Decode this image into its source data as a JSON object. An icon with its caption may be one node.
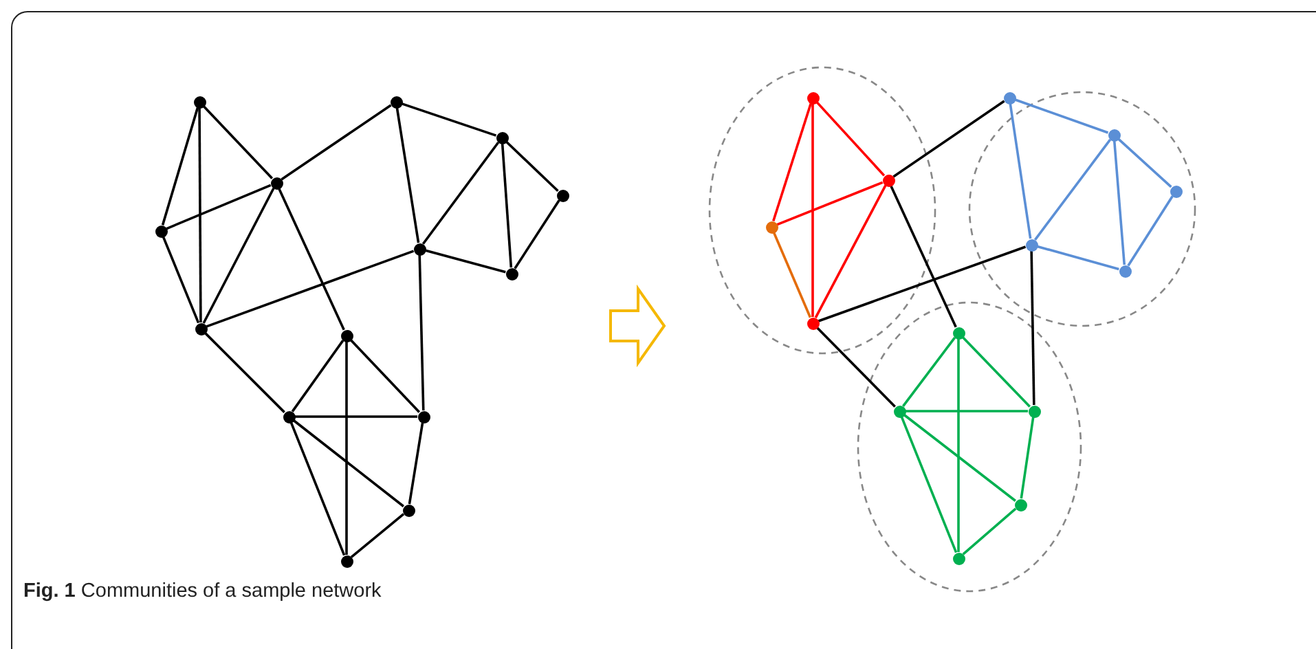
{
  "diagram": {
    "caption": "**Fig. 1** Communities of a sample network",
    "nodes": [
      {
        "text": [],
        "shape": "circle"
      },
      {
        "text": [],
        "shape": "circle"
      },
      {
        "text": [],
        "shape": "circle"
      },
      {
        "text": [],
        "shape": "circle"
      },
      {
        "text": [],
        "shape": "circle"
      },
      {
        "text": [],
        "shape": "circle"
      },
      {
        "text": [],
        "shape": "circle"
      },
      {
        "text": [],
        "shape": "circle"
      },
      {
        "text": [],
        "shape": "circle"
      },
      {
        "text": [],
        "shape": "circle"
      },
      {
        "text": [],
        "shape": "circle"
      },
      {
        "text": [],
        "shape": "circle"
      },
      {
        "text": [],
        "shape": "circle"
      },
      {
        "text": [],
        "shape": "circle"
      },
      {
        "text": [],
        "shape": "circle"
      },
      {
        "text": [],
        "shape": "circle"
      },
      {
        "text": [],
        "shape": "circle"
      },
      {
        "text": [],
        "shape": "circle"
      },
      {
        "text": [],
        "shape": "circle"
      },
      {
        "text": [],
        "shape": "circle"
      },
      {
        "text": [],
        "shape": "circle"
      },
      {
        "text": [],
        "shape": "circle"
      },
      {
        "text": [],
        "shape": "circle"
      },
      {
        "text": [],
        "shape": "circle"
      },
      {
        "text": [],
        "shape": "circle"
      },
      {
        "text": [],
        "shape": "circle"
      },
      {
        "text": [],
        "shape": "circle"
      },
      {
        "text": [],
        "shape": "circle"
      }
    ],
    "edges": [
      {
        "from": 0,
        "to": 1,
        "arrow": "none"
      },
      {
        "from": 0,
        "to": 3,
        "arrow": "none"
      },
      {
        "from": 0,
        "to": 2,
        "arrow": "none"
      },
      {
        "from": 1,
        "to": 2,
        "arrow": "none"
      },
      {
        "from": 1,
        "to": 3,
        "arrow": "none"
      },
      {
        "from": 2,
        "to": 3,
        "arrow": "none"
      },
      {
        "from": 2,
        "to": 4,
        "arrow": "none"
      },
      {
        "from": 2,
        "to": 9,
        "arrow": "none"
      },
      {
        "from": 3,
        "to": 7,
        "arrow": "none"
      },
      {
        "from": 3,
        "to": 10,
        "arrow": "none"
      },
      {
        "from": 4,
        "to": 5,
        "arrow": "none"
      },
      {
        "from": 4,
        "to": 7,
        "arrow": "none"
      },
      {
        "from": 5,
        "to": 6,
        "arrow": "none"
      },
      {
        "from": 5,
        "to": 7,
        "arrow": "none"
      },
      {
        "from": 5,
        "to": 8,
        "arrow": "none"
      },
      {
        "from": 6,
        "to": 8,
        "arrow": "none"
      },
      {
        "from": 7,
        "to": 8,
        "arrow": "none"
      },
      {
        "from": 7,
        "to": 11,
        "arrow": "none"
      },
      {
        "from": 9,
        "to": 10,
        "arrow": "none"
      },
      {
        "from": 9,
        "to": 11,
        "arrow": "none"
      },
      {
        "from": 9,
        "to": 13,
        "arrow": "none"
      },
      {
        "from": 10,
        "to": 11,
        "arrow": "none"
      },
      {
        "from": 10,
        "to": 12,
        "arrow": "none"
      },
      {
        "from": 10,
        "to": 13,
        "arrow": "none"
      },
      {
        "from": 11,
        "to": 12,
        "arrow": "none"
      },
      {
        "from": 12,
        "to": 13,
        "arrow": "none"
      },
      {
        "from": 14,
        "to": 15,
        "arrow": "none",
        "color": "#ff0000"
      },
      {
        "from": 14,
        "to": 17,
        "arrow": "none",
        "color": "#ff0000"
      },
      {
        "from": 14,
        "to": 16,
        "arrow": "none",
        "color": "#ff0000"
      },
      {
        "from": 15,
        "to": 16,
        "arrow": "none",
        "color": "#ff0000"
      },
      {
        "from": 15,
        "to": 17,
        "arrow": "none",
        "color": "#e46c0a"
      },
      {
        "from": 16,
        "to": 17,
        "arrow": "none",
        "color": "#ff0000"
      },
      {
        "from": 16,
        "to": 18,
        "arrow": "none"
      },
      {
        "from": 16,
        "to": 23,
        "arrow": "none"
      },
      {
        "from": 17,
        "to": 21,
        "arrow": "none"
      },
      {
        "from": 17,
        "to": 24,
        "arrow": "none"
      },
      {
        "from": 18,
        "to": 19,
        "arrow": "none",
        "color": "#5b8fd6"
      },
      {
        "from": 18,
        "to": 21,
        "arrow": "none",
        "color": "#5b8fd6"
      },
      {
        "from": 19,
        "to": 20,
        "arrow": "none",
        "color": "#5b8fd6"
      },
      {
        "from": 19,
        "to": 21,
        "arrow": "none",
        "color": "#5b8fd6"
      },
      {
        "from": 19,
        "to": 22,
        "arrow": "none",
        "color": "#5b8fd6"
      },
      {
        "from": 20,
        "to": 22,
        "arrow": "none",
        "color": "#5b8fd6"
      },
      {
        "from": 21,
        "to": 22,
        "arrow": "none",
        "color": "#5b8fd6"
      },
      {
        "from": 21,
        "to": 25,
        "arrow": "none"
      },
      {
        "from": 23,
        "to": 24,
        "arrow": "none",
        "color": "#00b050"
      },
      {
        "from": 23,
        "to": 25,
        "arrow": "none",
        "color": "#00b050"
      },
      {
        "from": 23,
        "to": 27,
        "arrow": "none",
        "color": "#00b050"
      },
      {
        "from": 24,
        "to": 25,
        "arrow": "none",
        "color": "#00b050"
      },
      {
        "from": 24,
        "to": 26,
        "arrow": "none",
        "color": "#00b050"
      },
      {
        "from": 24,
        "to": 27,
        "arrow": "none",
        "color": "#00b050"
      },
      {
        "from": 25,
        "to": 26,
        "arrow": "none",
        "color": "#00b050"
      },
      {
        "from": 26,
        "to": 27,
        "arrow": "none",
        "color": "#00b050"
      }
    ]
  }
}
